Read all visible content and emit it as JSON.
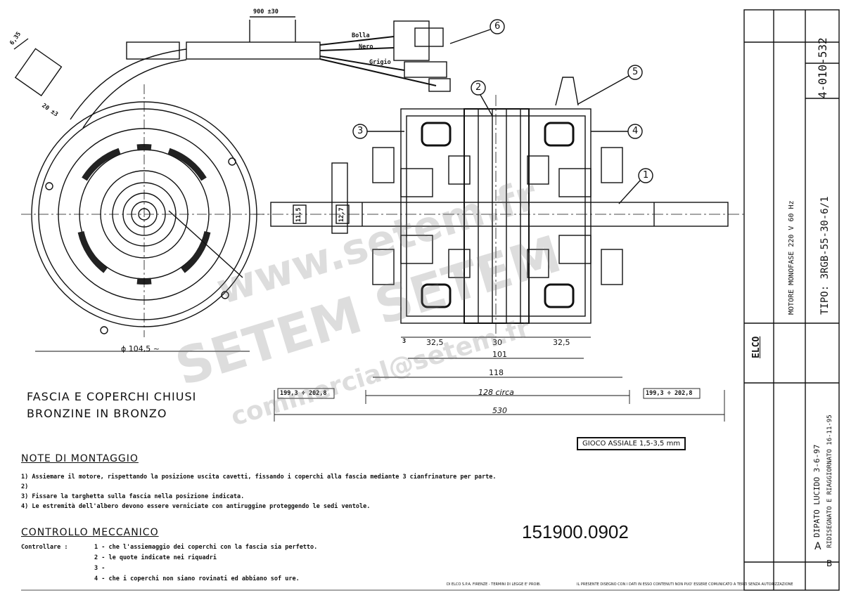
{
  "title": {
    "line1": "FASCIA E COPERCHI CHIUSI",
    "line2": "BRONZINE IN BRONZO"
  },
  "callouts": [
    "1",
    "2",
    "3",
    "4",
    "5",
    "6"
  ],
  "wire_labels": [
    "Bolla",
    "Nero",
    "Grigio"
  ],
  "dimensions": {
    "cable_length": "900 ±30",
    "terminal_width": "6,35",
    "terminal_len": "20 ±3",
    "diameter": "ϕ 104,5 ~",
    "shaft_dia1": "11,5",
    "shaft_dia2": "12,7",
    "gap": "3",
    "seg1": "32,5",
    "seg2": "30",
    "seg3": "32,5",
    "d101": "101",
    "d118": "118",
    "d128": "128 circa",
    "d530": "530",
    "shaft_left": "199,3 ÷ 202,8",
    "shaft_right": "199,3 ÷ 202,8"
  },
  "gioco": "GIOCO ASSIALE 1,5-3,5 mm",
  "notes": {
    "heading": "NOTE DI MONTAGGIO",
    "items": [
      "1) Assiemare il motore, rispettando la posizione uscita cavetti, fissando i coperchi alla fascia mediante 3 cianfrinature per parte.",
      "2)",
      "3) Fissare la targhetta sulla fascia nella posizione indicata.",
      "4) Le estremità dell'albero devono essere verniciate con antiruggine proteggendo le sedi ventole."
    ]
  },
  "controllo": {
    "heading": "CONTROLLO MECCANICO",
    "label": "Controllare :",
    "items": [
      "1 - che l'assiemaggio dei coperchi con la fascia sia perfetto.",
      "2 - le quote indicate nei riquadri",
      "3 -",
      "4 - che i coperchi non siano rovinati ed abbiano sof     ure."
    ]
  },
  "drawing_number": "151900.0902",
  "title_block": {
    "part_no": "4-010-532",
    "tipo": "TIPO: 3RGB-55-30-6/1",
    "motore": "MOTORE MONOFASE  220 V   60 Hz",
    "brand": "ELCO",
    "revisions": [
      "A",
      "B"
    ],
    "rev_a": "DIPATO LUCIDO 3-6-97",
    "rev_b": "RIDISEGNATO E RIAGGIORNATO 16-11-95"
  },
  "footer": {
    "left": "DI ELCO S.P.A. FIRENZE - TERMINI DI LEGGE E' PROIB.",
    "right": "IL PRESENTE DISEGNO CON I DATI IN ESSO CONTENUTI NON PUO' ESSERE COMUNICATO A TERZI SENZA AUTORIZZAZIONE"
  },
  "watermark": {
    "line1": "www.setem.fr",
    "line2": "SETEM SETEM",
    "line3": "commercial@setem.fr"
  }
}
